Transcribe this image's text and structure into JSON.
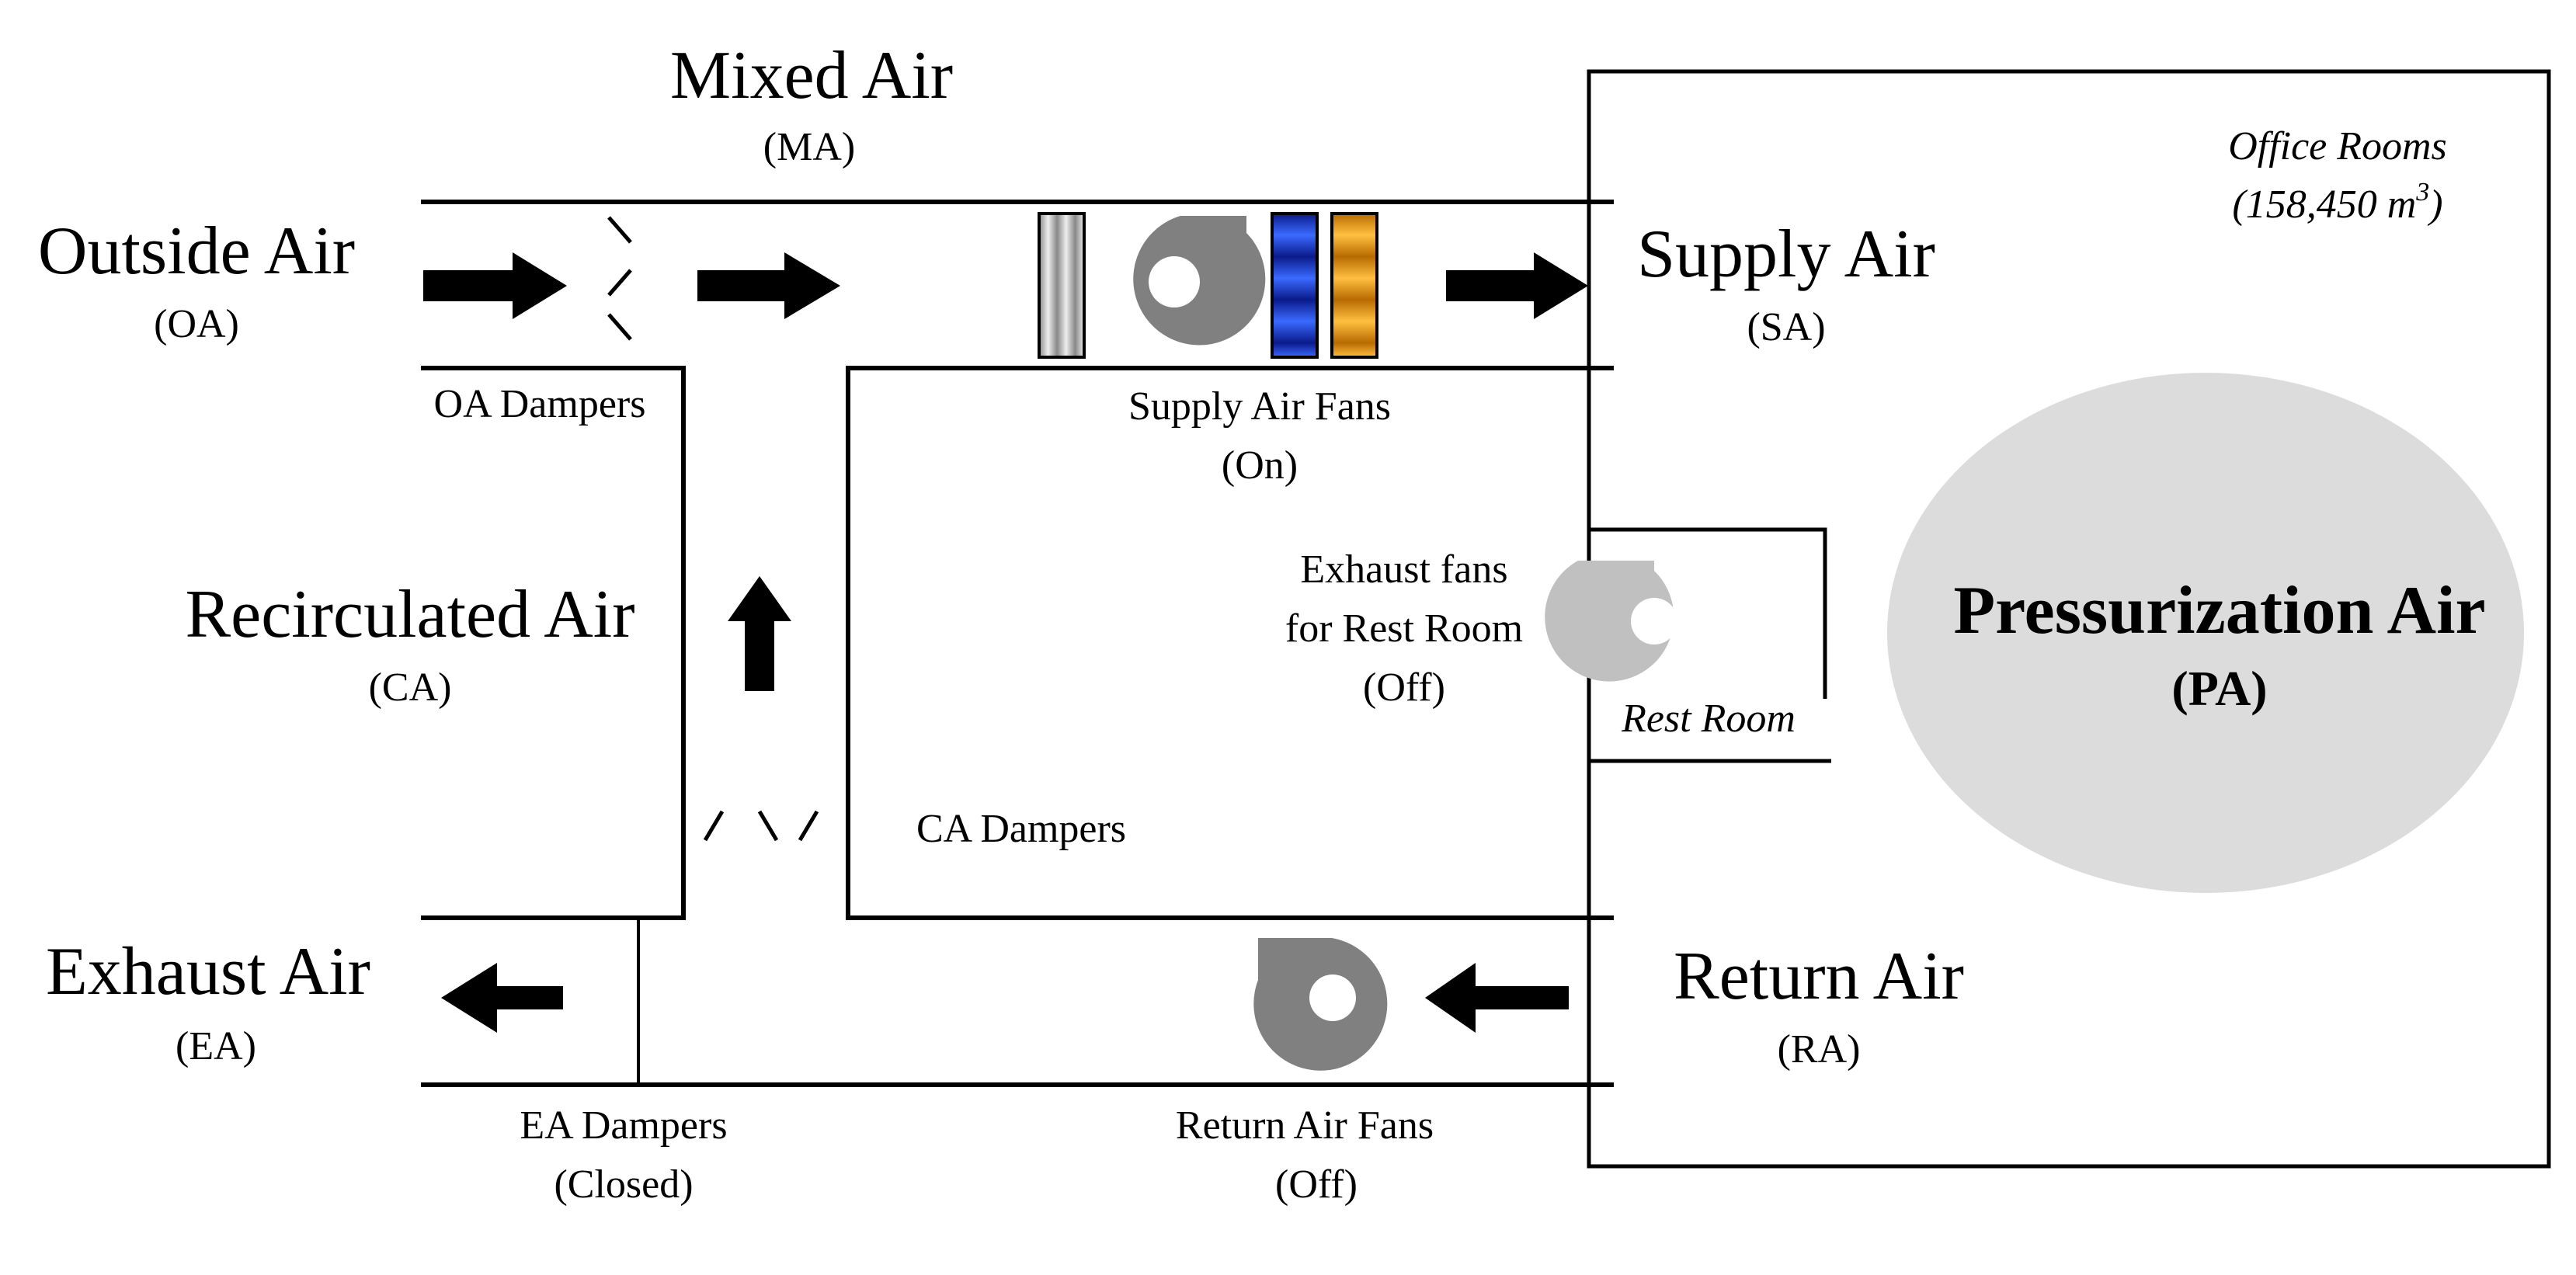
{
  "labels": {
    "mixed_air": "Mixed Air",
    "mixed_air_abbr": "(MA)",
    "outside_air": "Outside Air",
    "outside_air_abbr": "(OA)",
    "oa_dampers": "OA Dampers",
    "recirculated_air": "Recirculated Air",
    "recirculated_air_abbr": "(CA)",
    "ca_dampers": "CA Dampers",
    "exhaust_air": "Exhaust Air",
    "exhaust_air_abbr": "(EA)",
    "ea_dampers": "EA Dampers",
    "ea_dampers_state": "(Closed)",
    "supply_air": "Supply Air",
    "supply_air_abbr": "(SA)",
    "supply_air_fans": "Supply Air Fans",
    "supply_air_fans_state": "(On)",
    "exhaust_fans_line1": "Exhaust fans",
    "exhaust_fans_line2": "for Rest Room",
    "exhaust_fans_state": "(Off)",
    "rest_room": "Rest Room",
    "return_air": "Return Air",
    "return_air_abbr": "(RA)",
    "return_air_fans": "Return Air Fans",
    "return_air_fans_state": "(Off)",
    "office_rooms": "Office Rooms",
    "office_volume": "(158,450 m",
    "office_volume_sup": "3",
    "office_volume_end": ")",
    "pressurization_air": "Pressurization Air",
    "pressurization_air_abbr": "(PA)"
  },
  "colors": {
    "line": "#000000",
    "fan_active": "#808080",
    "fan_inactive": "#c0c0c0",
    "pressurization_ellipse": "#dcdcdc",
    "coil_blue": "#1a3ccc",
    "coil_orange": "#f0a020",
    "filter": "#c8c8c8"
  },
  "icons": {
    "supply_fan": "centrifugal-fan-icon",
    "return_fan": "centrifugal-fan-icon",
    "exhaust_fan": "centrifugal-fan-icon",
    "filter": "filter-icon",
    "cooling_coil": "cooling-coil-icon",
    "heating_coil": "heating-coil-icon",
    "flow_arrow": "arrow-icon"
  }
}
